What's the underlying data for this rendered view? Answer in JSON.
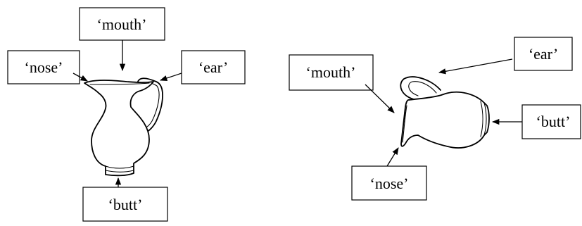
{
  "left_jug": {
    "labels": {
      "mouth": "‘mouth’",
      "nose": "‘nose’",
      "ear": "‘ear’",
      "butt": "‘butt’"
    }
  },
  "right_jug": {
    "labels": {
      "mouth": "‘mouth’",
      "nose": "‘nose’",
      "ear": "‘ear’",
      "butt": "‘butt’"
    }
  }
}
